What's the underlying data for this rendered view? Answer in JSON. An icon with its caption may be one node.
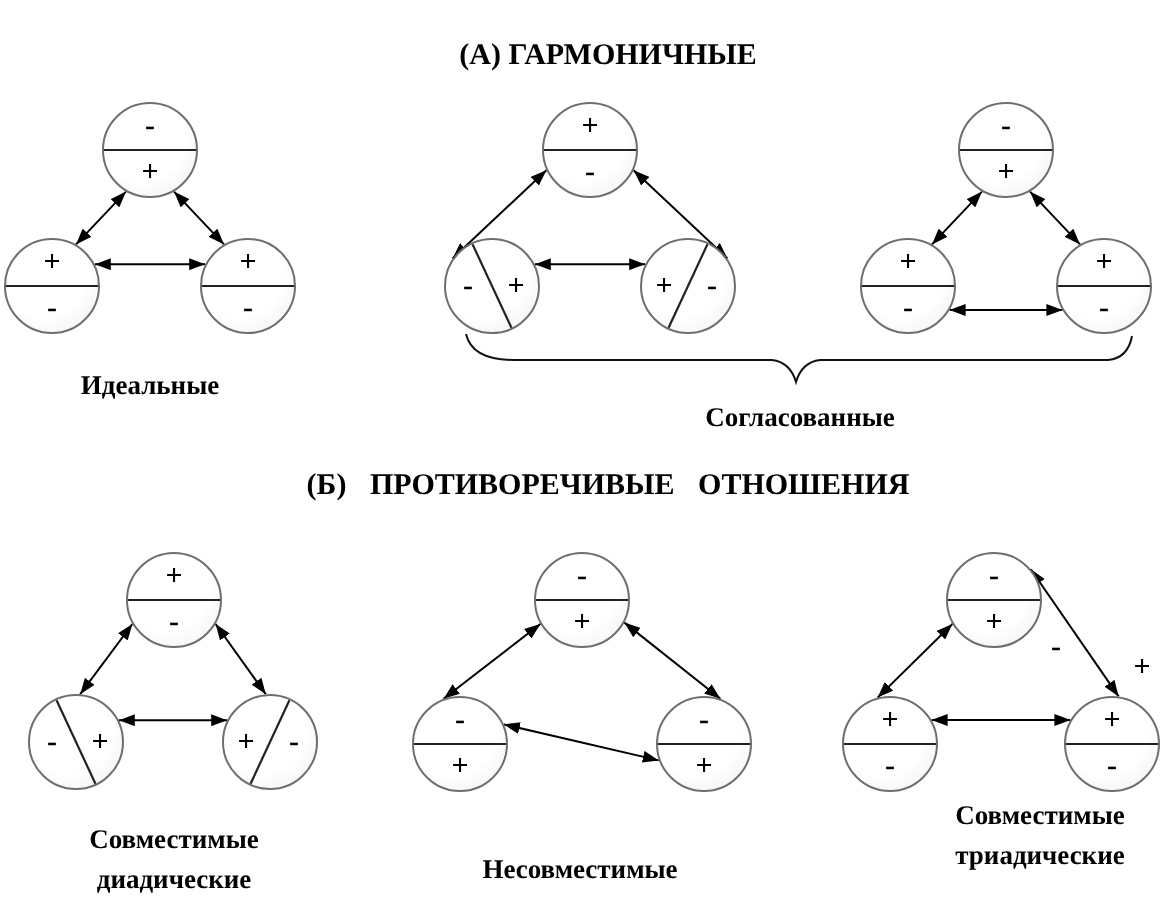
{
  "diagram": {
    "nodes": [
      {
        "text": [
          "-",
          "+"
        ]
      },
      {
        "text": [
          "+",
          "-"
        ]
      },
      {
        "text": [
          "+",
          "-"
        ]
      },
      {
        "text": [
          "+",
          "-"
        ]
      },
      {
        "text": [
          "-",
          "+"
        ]
      },
      {
        "text": [
          "+",
          "-"
        ]
      },
      {
        "text": [
          "-",
          "+"
        ]
      },
      {
        "text": [
          "+",
          "-"
        ]
      },
      {
        "text": [
          "+",
          "-"
        ]
      },
      {
        "text": [
          "+",
          "-"
        ]
      },
      {
        "text": [
          "-",
          "+"
        ]
      },
      {
        "text": [
          "+",
          "-"
        ]
      },
      {
        "text": [
          "-",
          "+"
        ]
      },
      {
        "text": [
          "-",
          "+"
        ]
      },
      {
        "text": [
          "-",
          "+"
        ]
      },
      {
        "text": [
          "-",
          "+"
        ]
      },
      {
        "text": [
          "+",
          "-"
        ]
      },
      {
        "text": [
          "+",
          "-"
        ]
      }
    ],
    "edges": [
      {
        "from": 0,
        "to": 1,
        "arrow": "both"
      },
      {
        "from": 0,
        "to": 2,
        "arrow": "both"
      },
      {
        "from": 1,
        "to": 2,
        "arrow": "both"
      },
      {
        "from": 3,
        "to": 4,
        "arrow": "both"
      },
      {
        "from": 3,
        "to": 5,
        "arrow": "both"
      },
      {
        "from": 4,
        "to": 5,
        "arrow": "both"
      },
      {
        "from": 6,
        "to": 7,
        "arrow": "both"
      },
      {
        "from": 6,
        "to": 8,
        "arrow": "both"
      },
      {
        "from": 7,
        "to": 8,
        "arrow": "both"
      },
      {
        "from": 9,
        "to": 10,
        "arrow": "both"
      },
      {
        "from": 9,
        "to": 11,
        "arrow": "both"
      },
      {
        "from": 10,
        "to": 11,
        "arrow": "both"
      },
      {
        "from": 12,
        "to": 13,
        "arrow": "both"
      },
      {
        "from": 12,
        "to": 14,
        "arrow": "both"
      },
      {
        "from": 13,
        "to": 14,
        "arrow": "both"
      },
      {
        "from": 15,
        "to": 16,
        "arrow": "both"
      },
      {
        "from": 15,
        "to": 17,
        "arrow": "both"
      },
      {
        "from": 16,
        "to": 17,
        "arrow": "both"
      }
    ],
    "labels": [
      "(А) ГАРМОНИЧНЫЕ",
      "Идеальные",
      "Согласованные",
      "(Б) ПРОТИВОРЕЧИВЫЕ ОТНОШЕНИЯ",
      "-",
      "+",
      "Совместимые диадические",
      "Несовместимые",
      "Совместимые триадические"
    ]
  }
}
